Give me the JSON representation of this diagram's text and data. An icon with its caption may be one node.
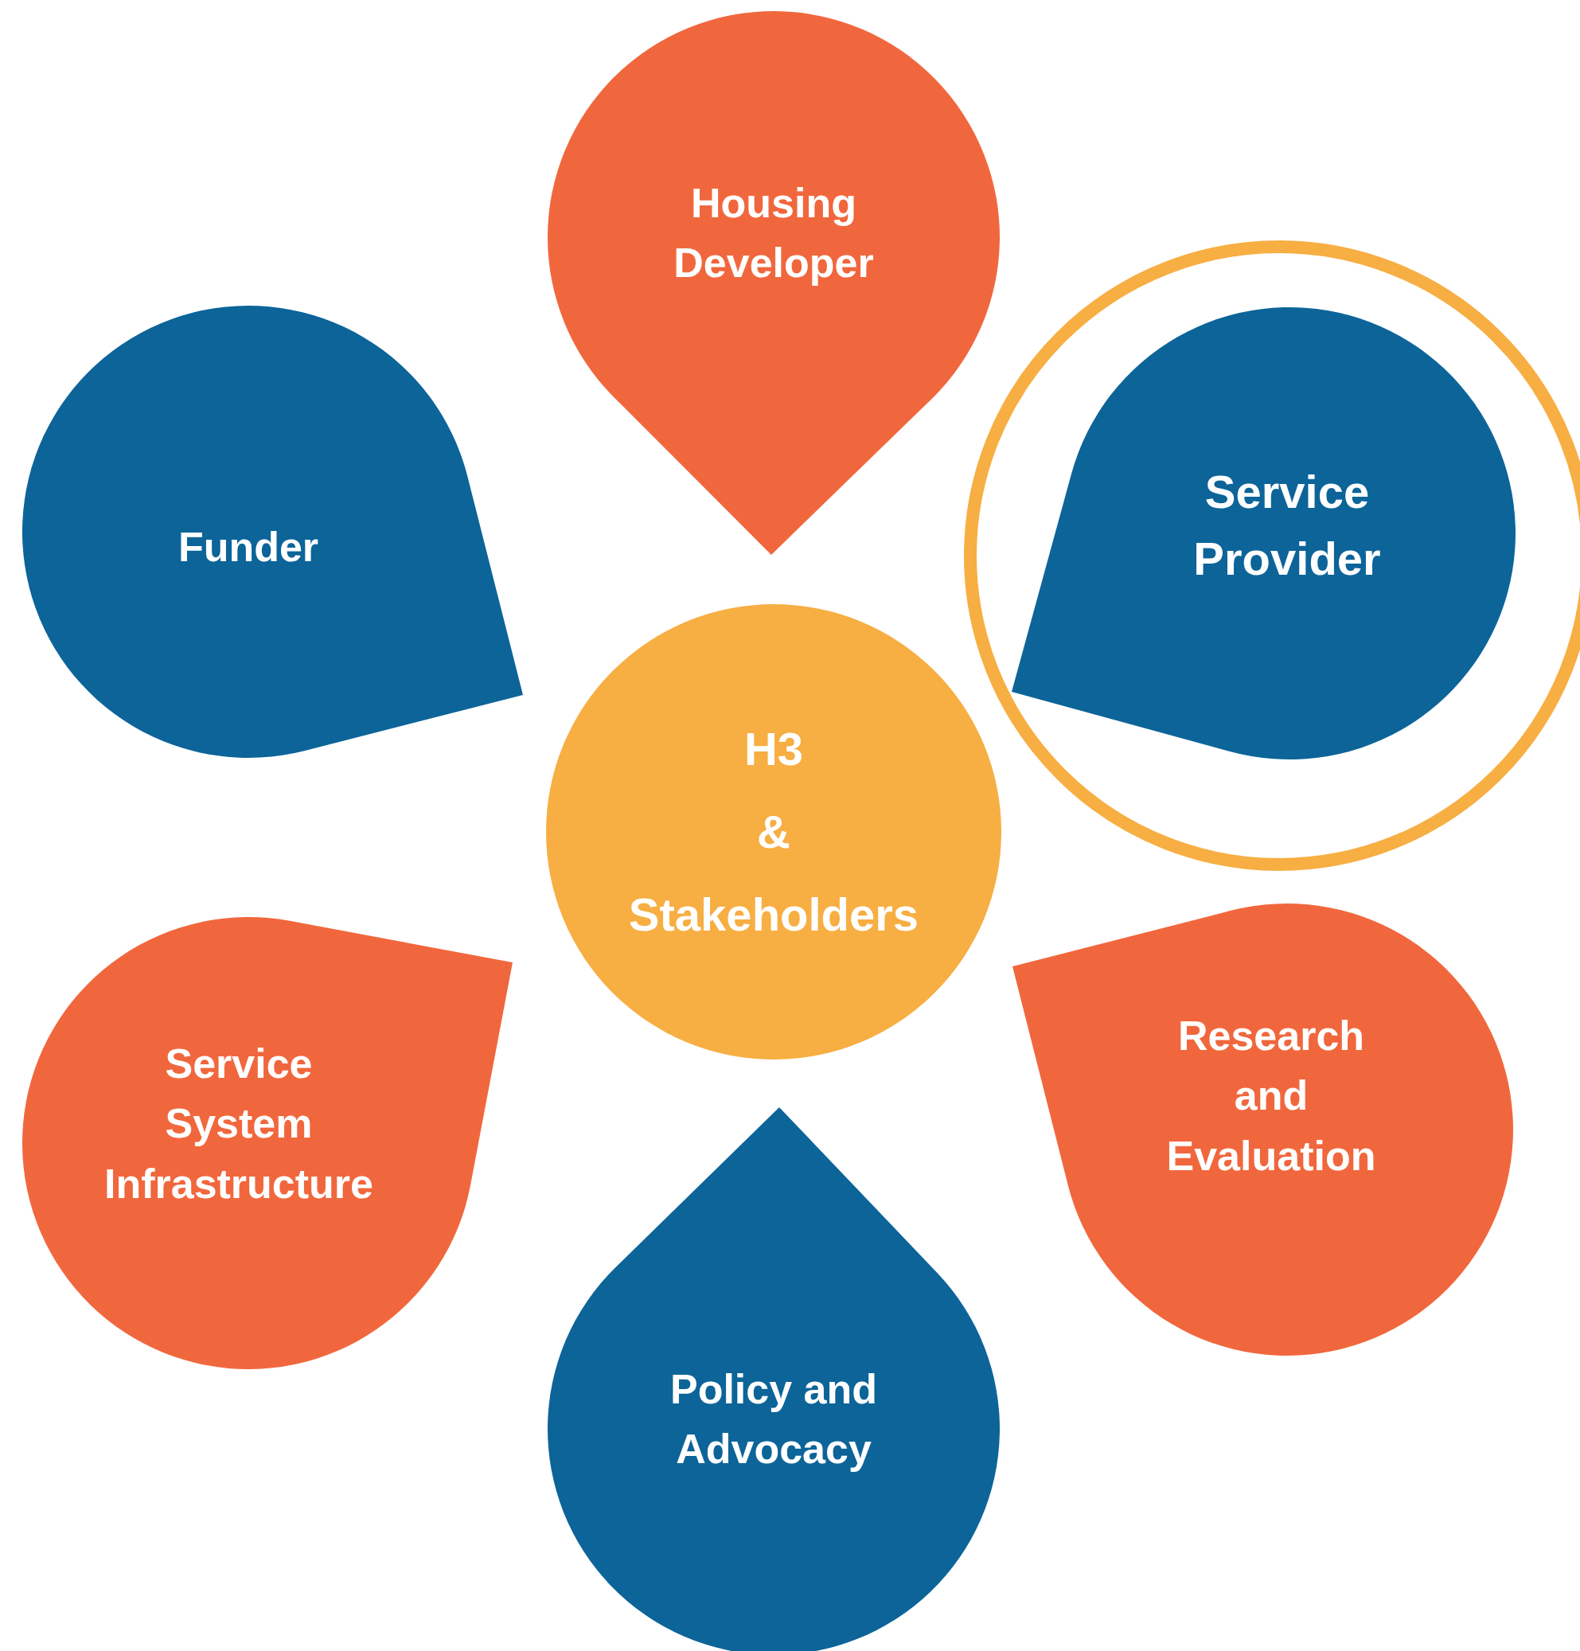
{
  "diagram": {
    "nodes": [
      {
        "text": [
          "Housing Developer"
        ]
      },
      {
        "text": [
          "Funder"
        ]
      },
      {
        "text": [],
        "shape": "circle"
      },
      {
        "text": [
          "Service Provider"
        ],
        "in": 2
      },
      {
        "text": [
          "H3",
          "&",
          "Stakeholders"
        ]
      },
      {
        "text": [
          "Research and Evaluation"
        ]
      },
      {
        "text": [
          "Service System Infrastructure"
        ]
      },
      {
        "text": [
          "Policy and Advocacy"
        ]
      }
    ]
  }
}
